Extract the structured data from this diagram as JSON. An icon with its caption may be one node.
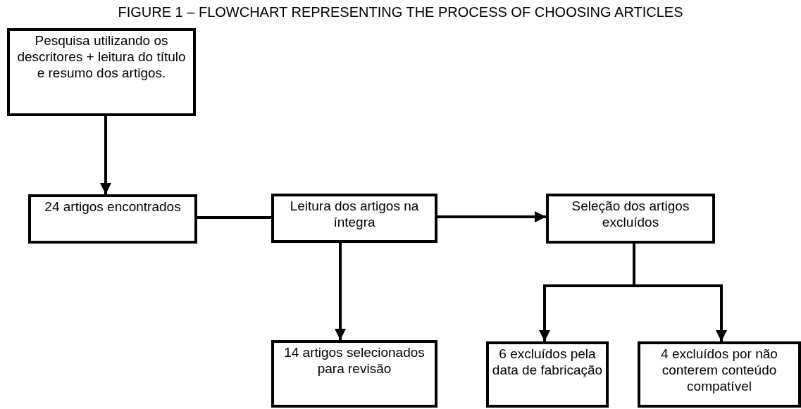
{
  "diagram": {
    "title": "FIGURE 1 – FLOWCHART REPRESENTING THE PROCESS OF CHOOSING ARTICLES",
    "nodes": [
      {
        "text": [
          "Pesquisa utilizando os descritores + leitura do título e resumo dos artigos."
        ]
      },
      {
        "text": [
          "24 artigos encontrados"
        ]
      },
      {
        "text": [
          "Leitura dos artigos na íntegra"
        ]
      },
      {
        "text": [
          "Seleção dos artigos excluídos"
        ]
      },
      {
        "text": [
          "14 artigos selecionados para revisão"
        ]
      },
      {
        "text": [
          "6 excluídos pela data de fabricação"
        ]
      },
      {
        "text": [
          "4 excluídos por não conterem conteúdo compatível"
        ]
      }
    ],
    "edges": [
      {
        "from": 0,
        "to": 1,
        "arrow": "to"
      },
      {
        "from": 1,
        "to": 2,
        "arrow": "none"
      },
      {
        "from": 2,
        "to": 3,
        "arrow": "to"
      },
      {
        "from": 2,
        "to": 4,
        "arrow": "to"
      },
      {
        "from": 3,
        "to": 5,
        "arrow": "to"
      },
      {
        "from": 3,
        "to": 6,
        "arrow": "to"
      }
    ]
  }
}
